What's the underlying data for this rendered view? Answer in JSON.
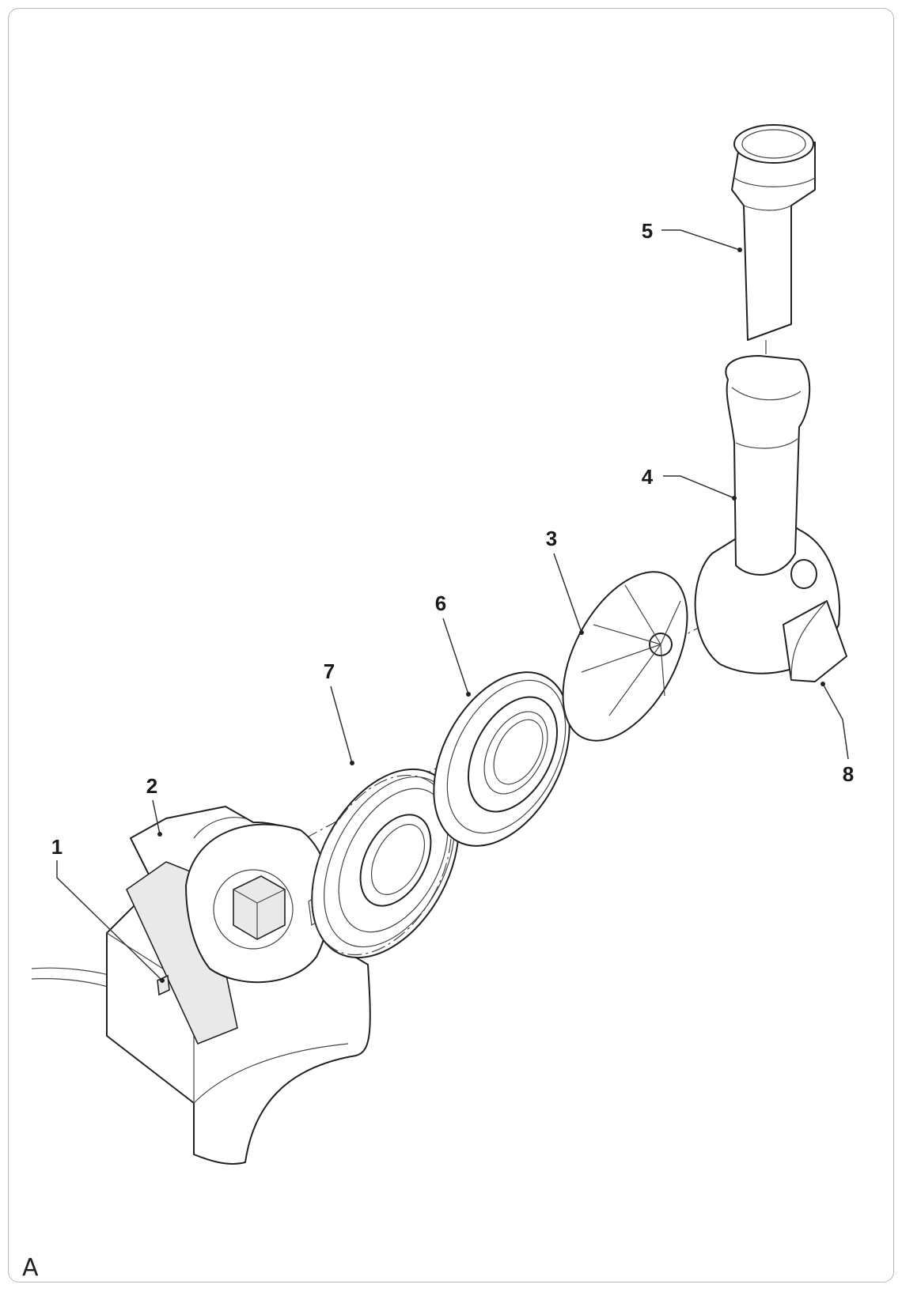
{
  "figure_label": "A",
  "callouts": {
    "c1": "1",
    "c2": "2",
    "c3": "3",
    "c4": "4",
    "c5": "5",
    "c6": "6",
    "c7": "7",
    "c8": "8"
  }
}
